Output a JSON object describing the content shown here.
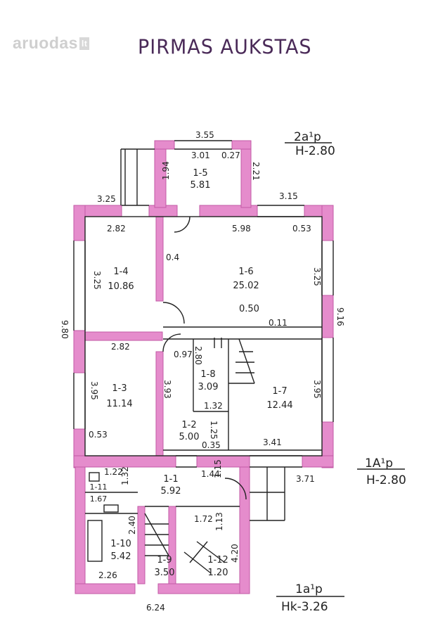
{
  "watermark": {
    "brand": "aruodas",
    "tld": "lt"
  },
  "title": "PIRMAS AUKSTAS",
  "sections": {
    "upper_tag": "2a¹p",
    "upper_height": "H-2.80",
    "mid_tag": "1A¹p",
    "mid_height": "H-2.80",
    "low_tag": "1a¹p",
    "low_height": "Hk-3.26"
  },
  "rooms": [
    {
      "id": "1-5",
      "area": "5.81"
    },
    {
      "id": "1-4",
      "area": "10.86"
    },
    {
      "id": "1-6",
      "area": "25.02"
    },
    {
      "id": "1-3",
      "area": "11.14"
    },
    {
      "id": "1-8",
      "area": "3.09"
    },
    {
      "id": "1-7",
      "area": "12.44"
    },
    {
      "id": "1-2",
      "area": "5.00"
    },
    {
      "id": "1-1",
      "area": "5.92"
    },
    {
      "id": "1-11",
      "area": "1.67"
    },
    {
      "id": "1-10",
      "area": "5.42"
    },
    {
      "id": "1-9",
      "area": "3.50"
    },
    {
      "id": "1-12",
      "area": "1.20"
    }
  ],
  "dimensions": {
    "d355": "3.55",
    "d301": "3.01",
    "d027": "0.27",
    "d221": "2.21",
    "d194": "1.94",
    "d325": "3.25",
    "d315": "3.15",
    "d282a": "2.82",
    "d598": "5.98",
    "d053a": "0.53",
    "d325b": "3.25",
    "d04": "0.4",
    "d325c": "3.25",
    "d916": "9.16",
    "d980": "9.80",
    "d282b": "2.82",
    "d097": "0.97",
    "d280": "2.80",
    "d395a": "3.95",
    "d393": "3.93",
    "d395b": "3.95",
    "d132": "1.32",
    "d125": "1.25",
    "d053b": "0.53",
    "d035": "0.35",
    "d341": "3.41",
    "d011": "0.11",
    "d050": "0.50",
    "d122": "1.22",
    "d144": "1.44",
    "d115": "1.15",
    "d132b": "1.32",
    "d371": "3.71",
    "d240": "2.40",
    "d172": "1.72",
    "d113": "1.13",
    "d420": "4.20",
    "d226": "2.26",
    "d624": "6.24"
  },
  "colors": {
    "wall": "#e58ccc",
    "wall_edge": "#c25aa6",
    "line": "#222222",
    "title": "#4a2a58"
  }
}
